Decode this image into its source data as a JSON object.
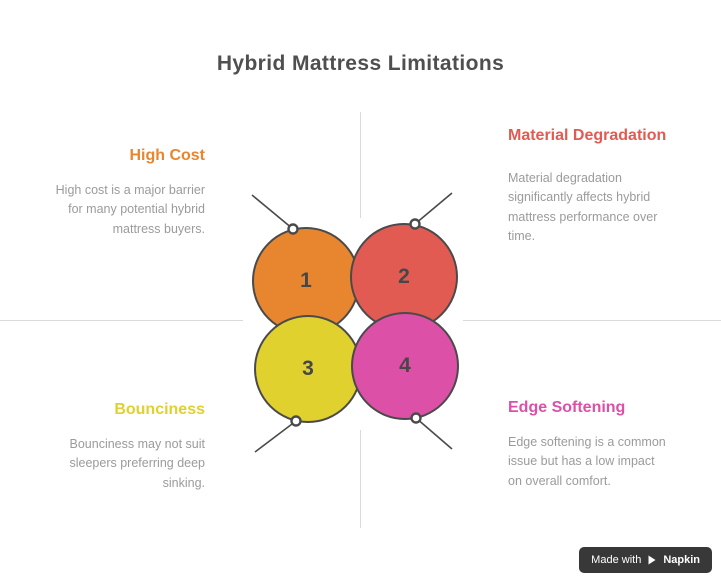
{
  "title": "Hybrid Mattress Limitations",
  "items": [
    {
      "number": "1",
      "label": "High Cost",
      "description": "High cost is a major barrier for many potential hybrid mattress buyers.",
      "color": "#E8862F"
    },
    {
      "number": "2",
      "label": "Material Degradation",
      "description": "Material degradation significantly affects hybrid mattress performance over time.",
      "color": "#E25B52"
    },
    {
      "number": "3",
      "label": "Bounciness",
      "description": "Bounciness may not suit sleepers preferring deep sinking.",
      "color": "#E0D12F"
    },
    {
      "number": "4",
      "label": "Edge Softening",
      "description": "Edge softening is a common issue but has a low impact on overall comfort.",
      "color": "#DD50A8"
    }
  ],
  "colors": {
    "title_text": "#4F4F4F",
    "description_text": "#9B9B9B",
    "circle_outline": "#4A4A4A",
    "divider_line": "#DADADA",
    "watermark_bg": "#383838"
  },
  "watermark": {
    "made_with": "Made with",
    "brand": "Napkin"
  }
}
